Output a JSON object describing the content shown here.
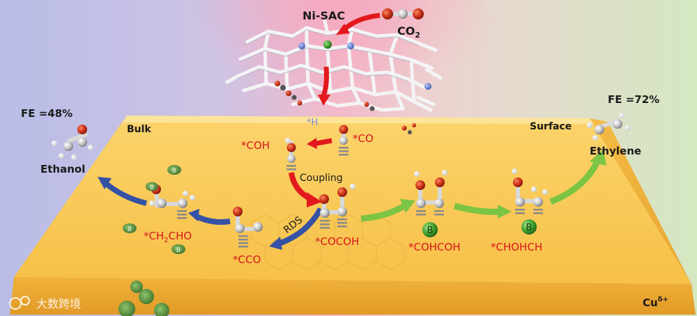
{
  "catalyst": {
    "label": "Ni-SAC"
  },
  "reactant": {
    "label": "CO",
    "subscript": "2"
  },
  "fe_left": {
    "label": "FE =48%"
  },
  "fe_right": {
    "label": "FE =72%"
  },
  "regions": {
    "bulk": "Bulk",
    "surface": "Surface"
  },
  "products": {
    "ethanol": "Ethanol",
    "ethylene": "Ethylene"
  },
  "intermediates": {
    "h": "*H",
    "co": "*CO",
    "coh": "*COH",
    "cco": "*CCO",
    "ch2cho_prefix": "*CH",
    "ch2cho_sub": "2",
    "ch2cho_suffix": "CHO",
    "cocoh": "*COCOH",
    "cohcoh": "*COHCOH",
    "chohch": "*CHOHCH"
  },
  "steps": {
    "coupling": "Coupling",
    "rds": "RDS"
  },
  "substrate": {
    "prefix": "Cu",
    "superscript": "δ+"
  },
  "boron_label": "B",
  "watermark": {
    "text": "大数跨境"
  },
  "colors": {
    "red_arrow": "#e3191d",
    "blue_arrow": "#3552a6",
    "green_arrow": "#7cc443",
    "slab": "#f7c24a",
    "bg_left": "#b9bde6",
    "bg_center": "#f3b8c8",
    "bg_right": "#d6e9c4"
  }
}
